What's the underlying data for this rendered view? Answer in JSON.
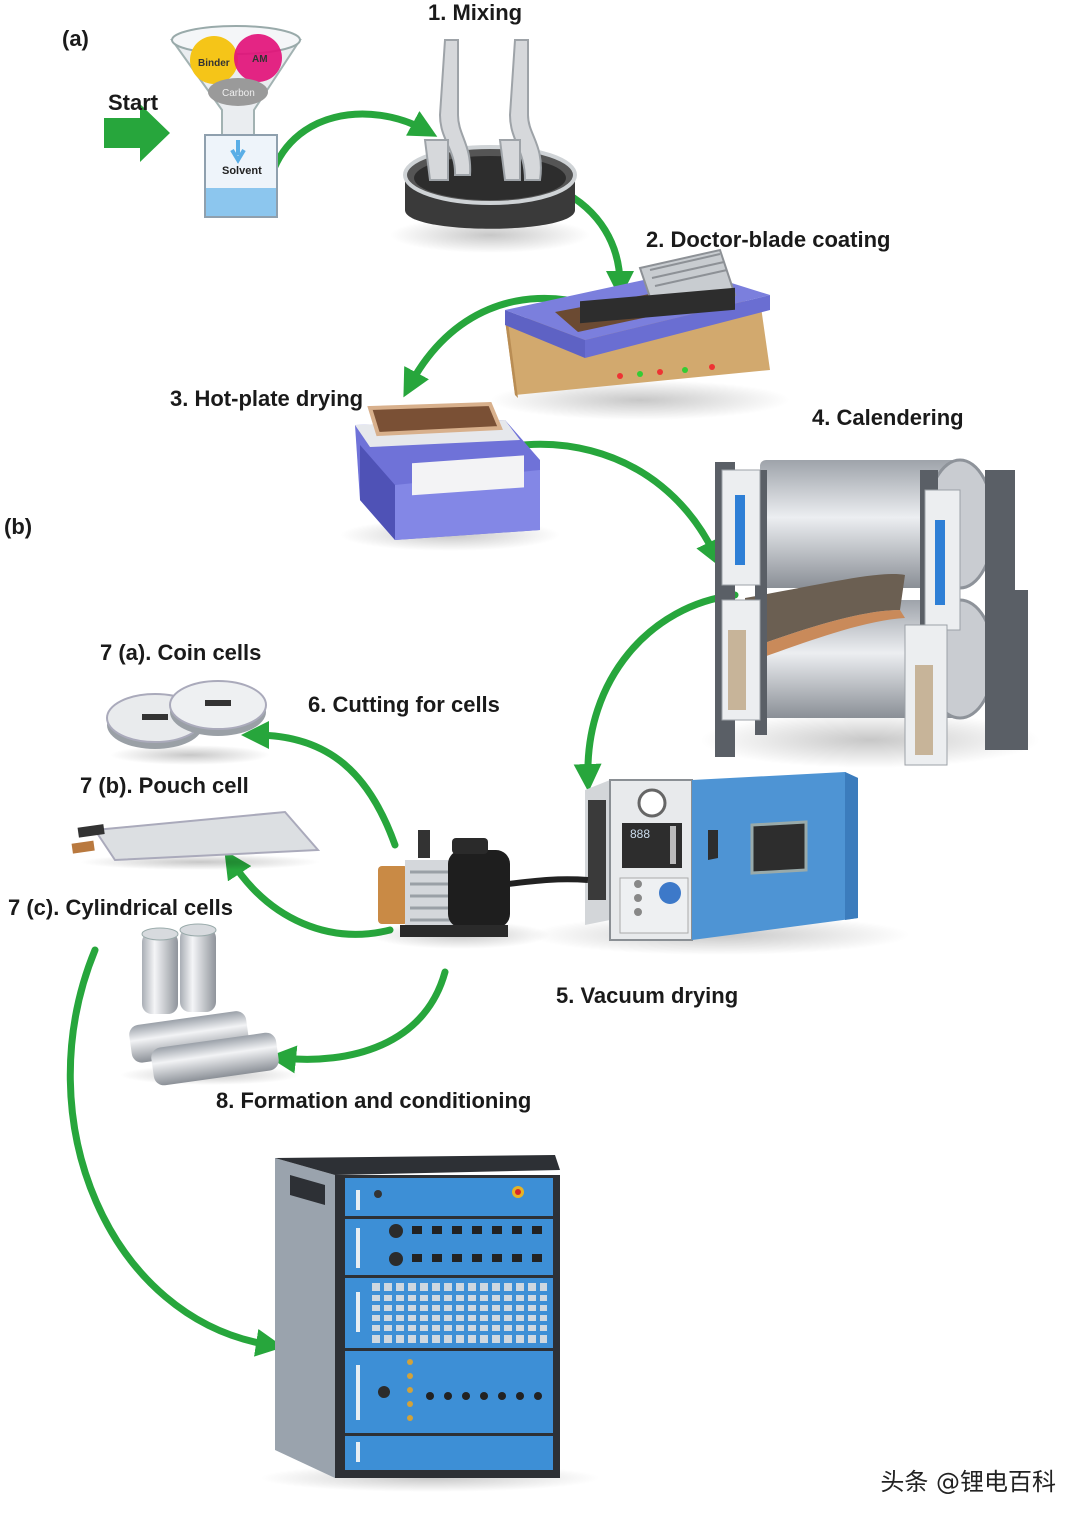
{
  "panels": {
    "a": "(a)",
    "b": "(b)"
  },
  "start_label": "Start",
  "funnel": {
    "binder": "Binder",
    "am": "AM",
    "carbon": "Carbon",
    "solvent": "Solvent"
  },
  "steps": {
    "mixing": "1. Mixing",
    "coating": "2. Doctor-blade coating",
    "hotplate": "3. Hot-plate drying",
    "calendering": "4. Calendering",
    "vacuum": "5. Vacuum drying",
    "cutting": "6. Cutting for cells",
    "coin": "7 (a). Coin cells",
    "pouch": "7 (b). Pouch cell",
    "cylindrical": "7 (c). Cylindrical cells",
    "formation": "8. Formation and conditioning"
  },
  "oven_display": "888",
  "watermark": "头条 @锂电百科",
  "colors": {
    "arrow": "#27a63c",
    "machine_blue": "#3d8fd6",
    "oven_blue": "#4e94d4",
    "plate_purple": "#7b7fe0"
  }
}
